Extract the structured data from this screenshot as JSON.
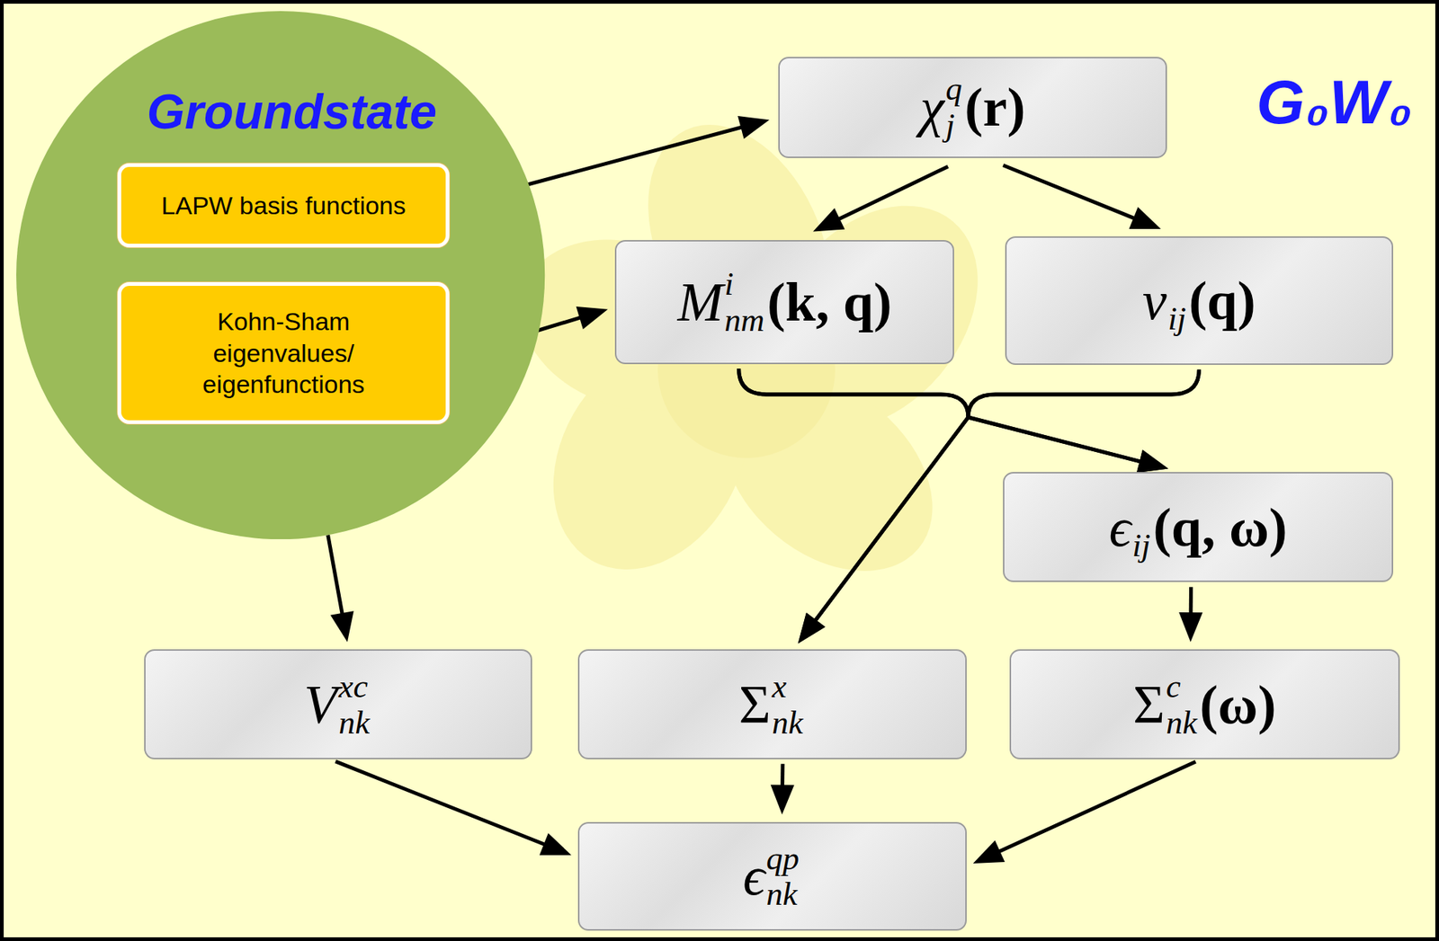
{
  "diagram": {
    "title": "G₀W₀",
    "nodes": [
      {
        "text": [
          "Groundstate"
        ]
      },
      {
        "text": [
          "LAPW basis functions"
        ],
        "in": 0
      },
      {
        "text": [
          "Kohn-Sham eigenvalues/ eigenfunctions"
        ],
        "in": 0
      },
      {
        "text": [
          "χ",
          "q",
          "j",
          "(r)"
        ]
      },
      {
        "text": [
          "M",
          "i",
          "nm",
          "(k, q)"
        ]
      },
      {
        "text": [
          "ν",
          "ij",
          "(q)"
        ]
      },
      {
        "text": [
          "ϵ",
          "ij",
          "(q, ω)"
        ]
      },
      {
        "text": [
          "V",
          "xc",
          "nk"
        ]
      },
      {
        "text": [
          "Σ",
          "x",
          "nk"
        ]
      },
      {
        "text": [
          "Σ",
          "c",
          "nk",
          "(ω)"
        ]
      },
      {
        "text": [
          "ϵ",
          "qp",
          "nk"
        ]
      }
    ],
    "edges": [
      {
        "from": 1,
        "to": 3,
        "arrow": "to"
      },
      {
        "from": 3,
        "to": 4,
        "arrow": "to"
      },
      {
        "from": 3,
        "to": 5,
        "arrow": "to"
      },
      {
        "from": 2,
        "to": 4,
        "arrow": "to"
      },
      {
        "from": 4,
        "to": 6,
        "arrow": "to"
      },
      {
        "from": 5,
        "to": 6,
        "arrow": "to"
      },
      {
        "from": 4,
        "to": 8,
        "arrow": "to"
      },
      {
        "from": 5,
        "to": 8,
        "arrow": "to"
      },
      {
        "from": 6,
        "to": 9,
        "arrow": "to"
      },
      {
        "from": 0,
        "to": 7,
        "arrow": "to"
      },
      {
        "from": 7,
        "to": 10,
        "arrow": "to"
      },
      {
        "from": 8,
        "to": 10,
        "arrow": "to"
      },
      {
        "from": 9,
        "to": 10,
        "arrow": "to"
      }
    ]
  }
}
